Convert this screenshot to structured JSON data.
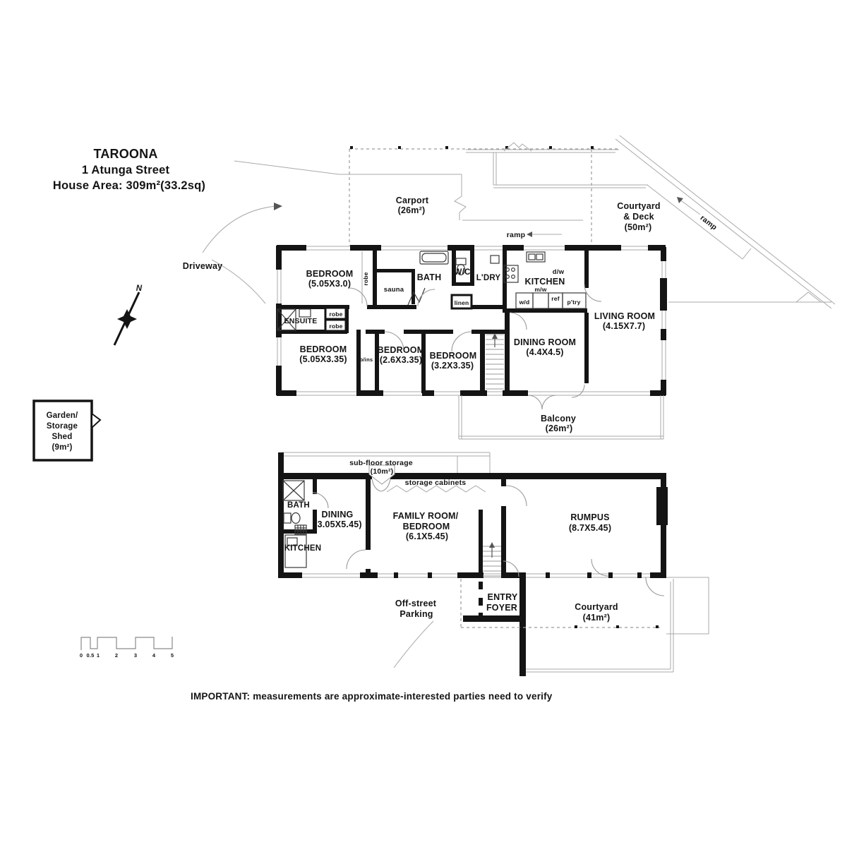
{
  "title": {
    "name": "TAROONA",
    "street": "1 Atunga Street",
    "area": "House Area: 309m²(33.2sq)"
  },
  "annotations": {
    "driveway": "Driveway",
    "north": "N",
    "disclaimer": "IMPORTANT: measurements are approximate-interested parties need to verify"
  },
  "shed": {
    "l1": "Garden/",
    "l2": "Storage",
    "l3": "Shed",
    "l4": "(9m²)"
  },
  "scalebar": {
    "t0": "0",
    "t05": "0.5",
    "t1": "1",
    "t2": "2",
    "t3": "3",
    "t4": "4",
    "t5": "5"
  },
  "outdoor": {
    "carport": {
      "name": "Carport",
      "area": "(26m²)"
    },
    "courtyard_deck": {
      "l1": "Courtyard",
      "l2": "& Deck",
      "l3": "(50m²)"
    },
    "ramp_walk": "ramp",
    "ramp_diag": "ramp",
    "balcony": {
      "name": "Balcony",
      "area": "(26m²)"
    },
    "courtyard": {
      "name": "Courtyard",
      "area": "(41m²)"
    },
    "offstreet": {
      "l1": "Off-street",
      "l2": "Parking"
    }
  },
  "upper": {
    "bedroom1": {
      "name": "BEDROOM",
      "dim": "(5.05X3.0)"
    },
    "bedroom2": {
      "name": "BEDROOM",
      "dim": "(5.05X3.35)"
    },
    "bedroom3": {
      "name": "BEDROOM",
      "dim": "(2.6X3.35)"
    },
    "bedroom4": {
      "name": "BEDROOM",
      "dim": "(3.2X3.35)"
    },
    "dining": {
      "name": "DINING ROOM",
      "dim": "(4.4X4.5)"
    },
    "living": {
      "name": "LIVING ROOM",
      "dim": "(4.15X7.7)"
    },
    "kitchen": "KITCHEN",
    "bath": "BATH",
    "wc": "W/C",
    "ldry": "L'DRY",
    "ensuite": "ENSUITE",
    "sauna": "sauna",
    "linen": "linen",
    "robe_v": "robe",
    "robe1": "robe",
    "robe2": "robe",
    "bins": "b/ins",
    "dw": "d/w",
    "mw": "m/w",
    "wd": "w/d",
    "ref": "ref",
    "ptry": "p'try"
  },
  "lower": {
    "subfloor": {
      "name": "sub-floor storage",
      "area": "(10m²)"
    },
    "cabinets": "storage cabinets",
    "bath": "BATH",
    "dining": {
      "name": "DINING",
      "dim": "(3.05X5.45)"
    },
    "kitchen": "KITCHEN",
    "family": {
      "l1": "FAMILY ROOM/",
      "l2": "BEDROOM",
      "dim": "(6.1X5.45)"
    },
    "rumpus": {
      "name": "RUMPUS",
      "dim": "(8.7X5.45)"
    },
    "entry": {
      "l1": "ENTRY",
      "l2": "FOYER"
    }
  }
}
